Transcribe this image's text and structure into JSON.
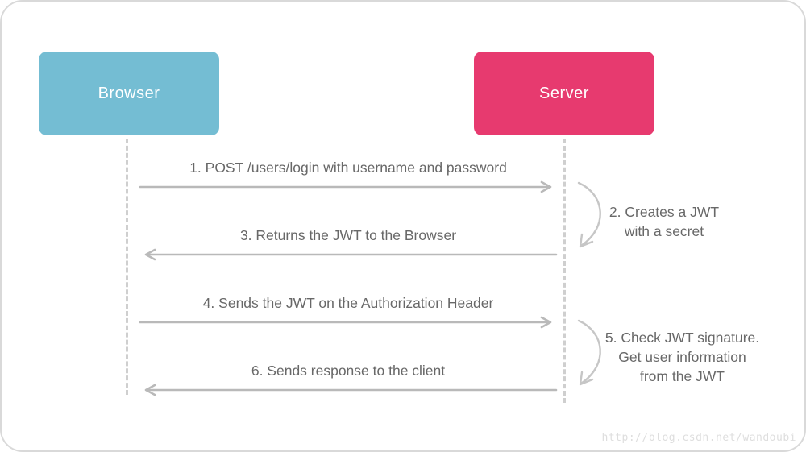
{
  "actors": [
    {
      "label": "Browser",
      "color": "#74bdd3"
    },
    {
      "label": "Server",
      "color": "#e73a6f"
    }
  ],
  "messages": [
    {
      "label": "1. POST /users/login with username and password",
      "direction": "right"
    },
    {
      "label": "3. Returns the JWT to the Browser",
      "direction": "left"
    },
    {
      "label": "4. Sends the JWT on the Authorization Header",
      "direction": "right"
    },
    {
      "label": "6. Sends response to the client",
      "direction": "left"
    }
  ],
  "self_actions": [
    {
      "lines": [
        "2. Creates a JWT",
        "with a secret"
      ]
    },
    {
      "lines": [
        "5. Check JWT signature.",
        "Get user information",
        "from the JWT"
      ]
    }
  ],
  "watermark": "http://blog.csdn.net/wandoubi",
  "colors": {
    "browser_box": "#74bdd3",
    "server_box": "#e73a6f",
    "arrow": "#b9b9b9",
    "curve_arrow": "#c6c6c6",
    "lifeline": "#cfcfcf",
    "text": "#686868",
    "watermark": "#dedede",
    "frame_border": "#d9d9d9"
  }
}
